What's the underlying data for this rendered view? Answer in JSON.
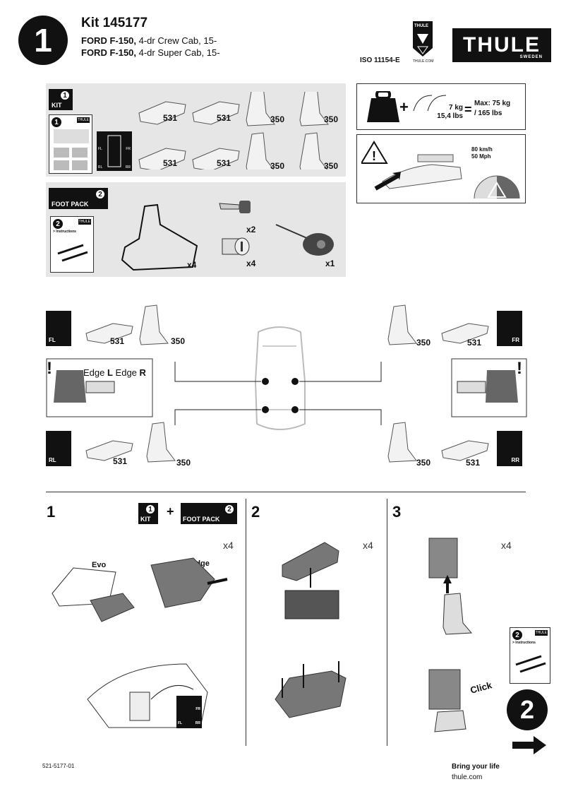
{
  "header": {
    "step_number": "1",
    "kit_title": "Kit 145177",
    "models": [
      {
        "make": "FORD F-150,",
        "desc": " 4-dr Crew Cab, 15-"
      },
      {
        "make": "FORD F-150,",
        "desc": " 4-dr Super Cab, 15-"
      }
    ],
    "iso": "ISO 11154-E",
    "brand": "THULE",
    "brand_sub": "SWEDEN",
    "badge_top": "THULE",
    "badge_bottom": "THULE.COM"
  },
  "kit_panel": {
    "tag_num": "1",
    "tag_label": "KIT",
    "booklet_num": "1",
    "booklet_brand": "THULE",
    "corner_labels": {
      "fl": "FL",
      "fr": "FR",
      "rl": "RL",
      "rr": "RR"
    },
    "parts": [
      "531",
      "531",
      "350",
      "350",
      "531",
      "531",
      "350",
      "350"
    ]
  },
  "load_panel": {
    "plus": "+",
    "equals": "=",
    "weight_kg": "7 kg",
    "weight_lbs": "15,4 lbs",
    "max_kg": "Max: 75 kg",
    "max_lbs": "/ 165 lbs"
  },
  "speed_panel": {
    "kmh": "80 km/h",
    "mph": "50 Mph"
  },
  "foot_pack_panel": {
    "tag_num": "2",
    "tag_label": "FOOT PACK",
    "booklet_num": "2",
    "booklet_text": "> Instructions",
    "booklet_brand": "THULE",
    "qty_pad": "x4",
    "qty_key": "x2",
    "qty_lock": "x4",
    "qty_tool": "x1"
  },
  "placement": {
    "fl": "FL",
    "fr": "FR",
    "rl": "RL",
    "rr": "RR",
    "pad": "531",
    "bracket": "350",
    "edge_text_1": "Edge ",
    "edge_L": "L",
    "edge_text_2": " Edge ",
    "edge_R": "R",
    "warn": "!"
  },
  "steps": [
    {
      "number": "1",
      "qty": "x4",
      "kit_num": "1",
      "kit_label": "KIT",
      "plus": "+",
      "fp_num": "2",
      "fp_label": "FOOT PACK",
      "evo": "Evo",
      "edge": "Edge",
      "fr": "FR",
      "fl": "FL",
      "rr": "RR"
    },
    {
      "number": "2",
      "qty": "x4"
    },
    {
      "number": "3",
      "qty": "x4",
      "click": "Click",
      "booklet_num": "2",
      "booklet_text": "> Instructions",
      "booklet_brand": "THULE",
      "next_step": "2"
    }
  ],
  "footer": {
    "doc_id": "521-5177-01",
    "tagline": "Bring your life",
    "site": "thule.com"
  }
}
